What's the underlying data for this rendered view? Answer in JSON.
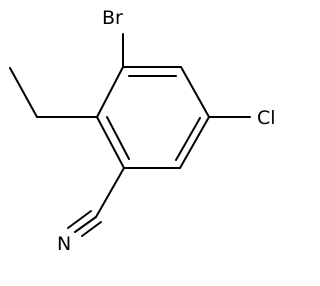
{
  "molecule": {
    "atoms": {
      "bromine": "Br",
      "chlorine": "Cl",
      "nitrogen": "N"
    },
    "colors": {
      "bond": "#000000",
      "label": "#000000",
      "background": "#ffffff"
    }
  }
}
